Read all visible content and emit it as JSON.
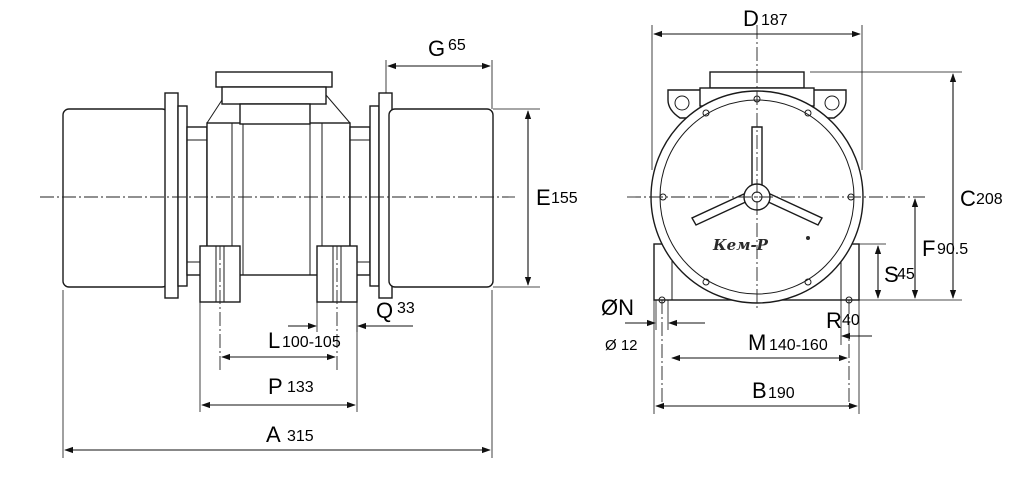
{
  "dimensions": {
    "A": {
      "letter": "A",
      "value": "315"
    },
    "P": {
      "letter": "P",
      "value": "133"
    },
    "L": {
      "letter": "L",
      "value": "100-105"
    },
    "Q": {
      "letter": "Q",
      "value": "33"
    },
    "E": {
      "letter": "E",
      "value": "155"
    },
    "G": {
      "letter": "G",
      "value": "65"
    },
    "D": {
      "letter": "D",
      "value": "187"
    },
    "C": {
      "letter": "C",
      "value": "208"
    },
    "F": {
      "letter": "F",
      "value": "90.5"
    },
    "S": {
      "letter": "S",
      "value": "45"
    },
    "N": {
      "letter": "ØN",
      "value": "Ø 12"
    },
    "M": {
      "letter": "M",
      "value": "140-160"
    },
    "R": {
      "letter": "R",
      "value": "40"
    },
    "B": {
      "letter": "B",
      "value": "190"
    }
  },
  "brand": "Кем-Р"
}
